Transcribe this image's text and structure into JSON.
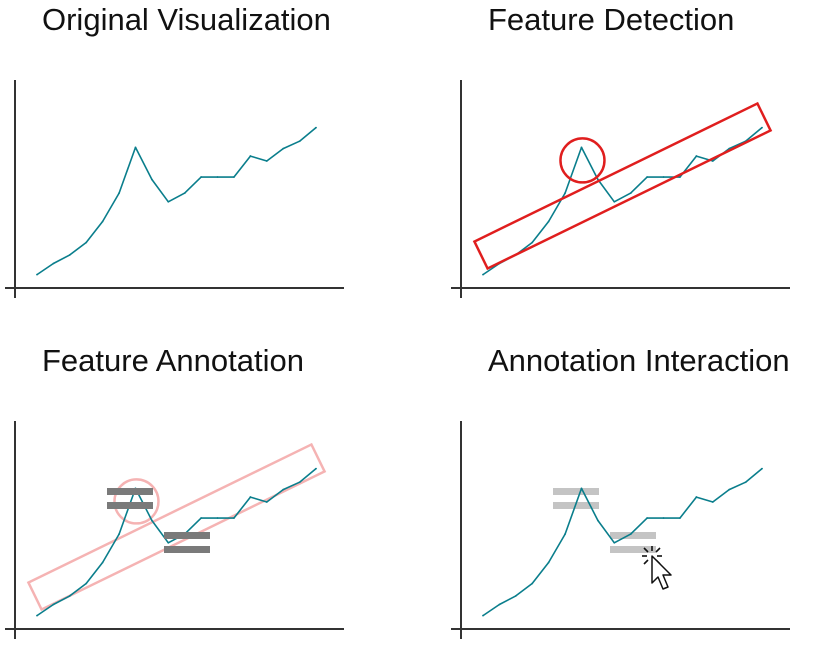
{
  "figure": {
    "panels": [
      {
        "key": "original",
        "title": "Original Visualization"
      },
      {
        "key": "detection",
        "title": "Feature Detection"
      },
      {
        "key": "annotation",
        "title": "Feature Annotation"
      },
      {
        "key": "interaction",
        "title": "Annotation Interaction"
      }
    ]
  },
  "chart_data": {
    "type": "line",
    "x": [
      0,
      1,
      2,
      3,
      4,
      5,
      6,
      7,
      8,
      9,
      10,
      11,
      12,
      13,
      14,
      15,
      16,
      17
    ],
    "values": [
      1.0,
      1.9,
      2.6,
      3.6,
      5.3,
      7.6,
      11.3,
      8.7,
      6.9,
      7.6,
      8.9,
      8.9,
      8.9,
      10.6,
      10.2,
      11.2,
      11.8,
      12.9
    ],
    "title": "",
    "xlabel": "",
    "ylabel": "",
    "ylim": [
      0,
      17
    ],
    "grid": false,
    "colors": {
      "line": "#0a7e8c",
      "axis": "#333333",
      "detection": "#e01e1e",
      "annotation_highlight": "#f5b3b3",
      "annotation_marker": "#7a7a7a",
      "interaction_marker": "#c4c4c4",
      "cursor": "#111111"
    }
  }
}
